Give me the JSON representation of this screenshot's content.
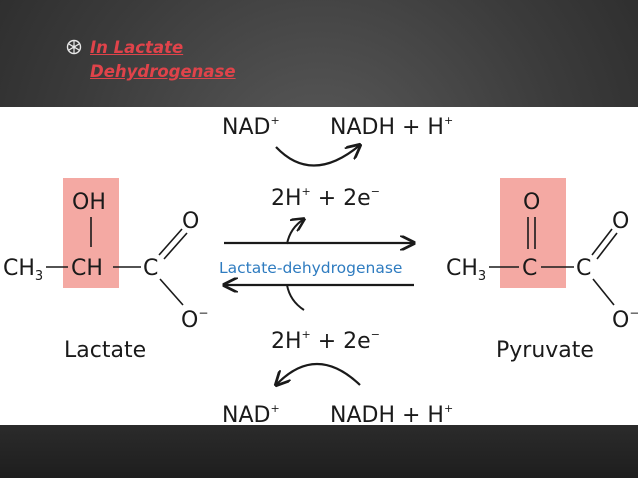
{
  "slide": {
    "bullet_icon": "wheel-bullet-icon",
    "bullet_text": "In Lactate Dehydrogenase",
    "bullet_color": "#e0434a"
  },
  "diagram": {
    "highlight_color": "#f4a9a3",
    "enzyme_color": "#2f7cc0",
    "lactate": {
      "oh": "OH",
      "ch3": "CH",
      "ch3_sub": "3",
      "ch": "CH",
      "c": "C",
      "o_top": "O",
      "o_bottom": "O",
      "o_bottom_charge": "−",
      "name": "Lactate"
    },
    "pyruvate": {
      "o_keto": "O",
      "ch3": "CH",
      "ch3_sub": "3",
      "c_mid": "C",
      "c": "C",
      "o_top": "O",
      "o_bottom": "O",
      "o_bottom_charge": "−",
      "name": "Pyruvate"
    },
    "top": {
      "nad": "NAD",
      "nad_sup": "+",
      "nadh": "NADH + H",
      "nadh_sup": "+",
      "electrons_a": "2H",
      "electrons_a_sup": "+",
      "electrons_b": " + 2e",
      "electrons_b_sup": "−"
    },
    "enzyme": "Lactate-dehydrogenase",
    "bottom": {
      "electrons_a": "2H",
      "electrons_a_sup": "+",
      "electrons_b": " + 2e",
      "electrons_b_sup": "−",
      "nad": "NAD",
      "nad_sup": "+",
      "nadh": "NADH + H",
      "nadh_sup": "+"
    }
  }
}
